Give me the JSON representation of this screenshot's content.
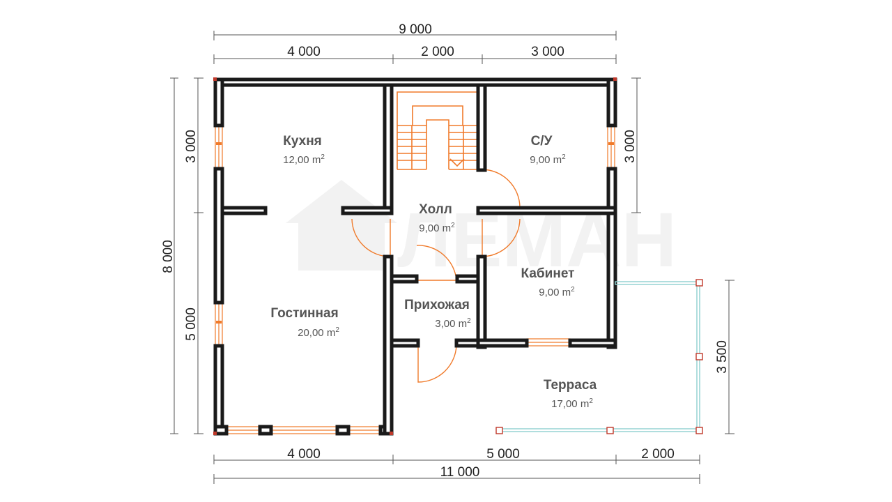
{
  "watermark": {
    "brand_text": "ЛЕМАН"
  },
  "dimensions": {
    "top_overall": "9 000",
    "top_segment_1": "4 000",
    "top_segment_2": "2 000",
    "top_segment_3": "3 000",
    "bottom_overall": "11 000",
    "bottom_segment_1": "4 000",
    "bottom_segment_2": "5 000",
    "bottom_segment_3": "2 000",
    "left_overall": "8 000",
    "left_segment_1": "3 000",
    "left_segment_2": "5 000",
    "right_segment_1": "3 000",
    "right_terrace": "3 500"
  },
  "rooms": {
    "kitchen": {
      "name": "Кухня",
      "area": "12,00 m",
      "unit_sup": "2"
    },
    "bathroom": {
      "name": "С/У",
      "area": "9,00 m",
      "unit_sup": "2"
    },
    "hall": {
      "name": "Холл",
      "area": "9,00 m",
      "unit_sup": "2"
    },
    "office": {
      "name": "Кабинет",
      "area": "9,00 m",
      "unit_sup": "2"
    },
    "living": {
      "name": "Гостинная",
      "area": "20,00 m",
      "unit_sup": "2"
    },
    "entry": {
      "name": "Прихожая",
      "area": "3,00 m",
      "unit_sup": "2"
    },
    "terrace": {
      "name": "Терраса",
      "area": "17,00 m",
      "unit_sup": "2"
    }
  },
  "colors": {
    "wall_stroke": "#1a1a1a",
    "door_window": "#f07a2a",
    "terrace_rail": "#8fd0d0",
    "post_marker": "#c0392b",
    "dimension_line": "#555555",
    "text": "#555555",
    "watermark": "#f2f2f2"
  }
}
